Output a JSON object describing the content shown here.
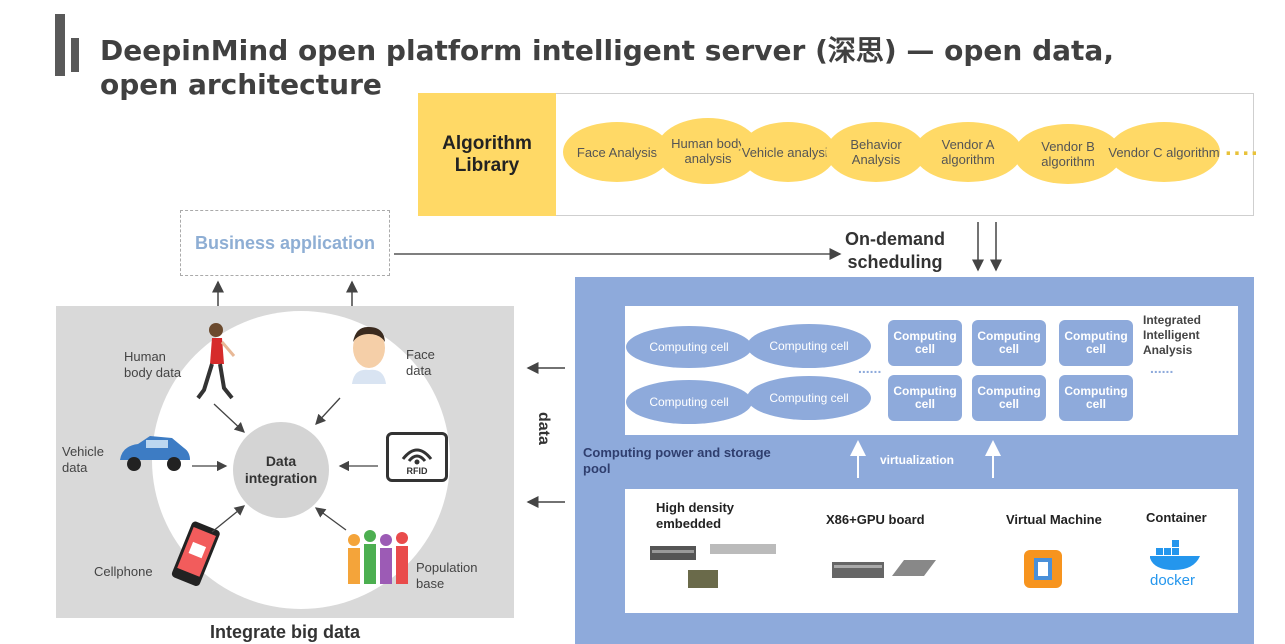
{
  "title": "DeepinMind open platform intelligent server (深思) — open data, open architecture",
  "algorithm_library": {
    "label": "Algorithm Library",
    "items": [
      "Face Analysis",
      "Human body analysis",
      "Vehicle analysis",
      "Behavior Analysis",
      "Vendor A algorithm",
      "Vendor B algorithm",
      "Vendor C algorithm"
    ],
    "more": "....",
    "color": "#ffd966"
  },
  "business_application": "Business application",
  "on_demand_scheduling": "On-demand scheduling",
  "left_panel": {
    "center": "Data integration",
    "sources": {
      "human_body": "Human body data",
      "face": "Face data",
      "vehicle": "Vehicle data",
      "rfid": "RFID",
      "cellphone": "Cellphone",
      "population": "Population base"
    },
    "caption": "Integrate big data"
  },
  "data_label": "data",
  "right_panel": {
    "cell_label": "Computing cell",
    "more_dots": "......",
    "integrated": "Integrated Intelligent Analysis",
    "pool_label": "Computing power and storage pool",
    "virtualization": "virtualization",
    "hardware": {
      "embedded": "High density embedded",
      "x86": "X86+GPU board",
      "vm": "Virtual Machine",
      "container": "Container",
      "docker": "docker"
    },
    "color": "#8eaadb"
  }
}
